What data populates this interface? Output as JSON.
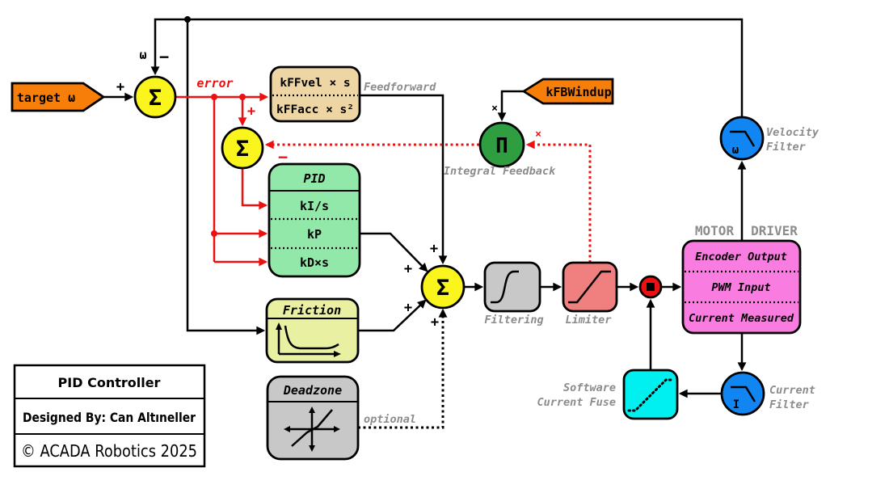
{
  "title_block": {
    "row1": "PID Controller",
    "row2": "Designed By: Can Altıneller",
    "row3": "© ACADA Robotics 2025"
  },
  "tags": {
    "target": "target ω",
    "kfbwindup": "kFBWindup"
  },
  "blocks": {
    "feedforward": {
      "rows": [
        "kFFvel × s",
        "kFFacc × s²"
      ]
    },
    "pid": {
      "header": "PID",
      "rows": [
        "kI/s",
        "kP",
        "kD×s"
      ]
    },
    "friction": {
      "header": "Friction"
    },
    "deadzone": {
      "header": "Deadzone"
    },
    "motor_driver": {
      "rows": [
        "Encoder Output",
        "PWM Input",
        "Current Measured"
      ]
    }
  },
  "labels": {
    "error": "error",
    "feedforward": "Feedforward",
    "filtering": "Filtering",
    "limiter": "Limiter",
    "integral_feedback": "Integral Feedback",
    "optional": "optional",
    "motor": "MOTOR",
    "driver": "DRIVER",
    "velocity_filter_1": "Velocity",
    "velocity_filter_2": "Filter",
    "current_filter_1": "Current",
    "current_filter_2": "Filter",
    "software_fuse_1": "Software",
    "software_fuse_2": "Current Fuse"
  },
  "signs": {
    "sigma": "Σ",
    "pi": "Π",
    "plus": "+",
    "minus": "−",
    "omega": "ω",
    "times": "×",
    "current": "I"
  },
  "colors": {
    "orange": "#F87E0A",
    "yellow": "#FAF51D",
    "wheat": "#EDD5A4",
    "green": "#92E8A8",
    "pale_yellow_green": "#E9F0A2",
    "gray_block": "#C8C8C8",
    "salmon": "#F08080",
    "magenta": "#F97CE0",
    "blue": "#1186F2",
    "cyan": "#00EFEF",
    "dark_green": "#2E9E40",
    "red": "#EE1010",
    "gray_label": "#8C8C8C"
  }
}
